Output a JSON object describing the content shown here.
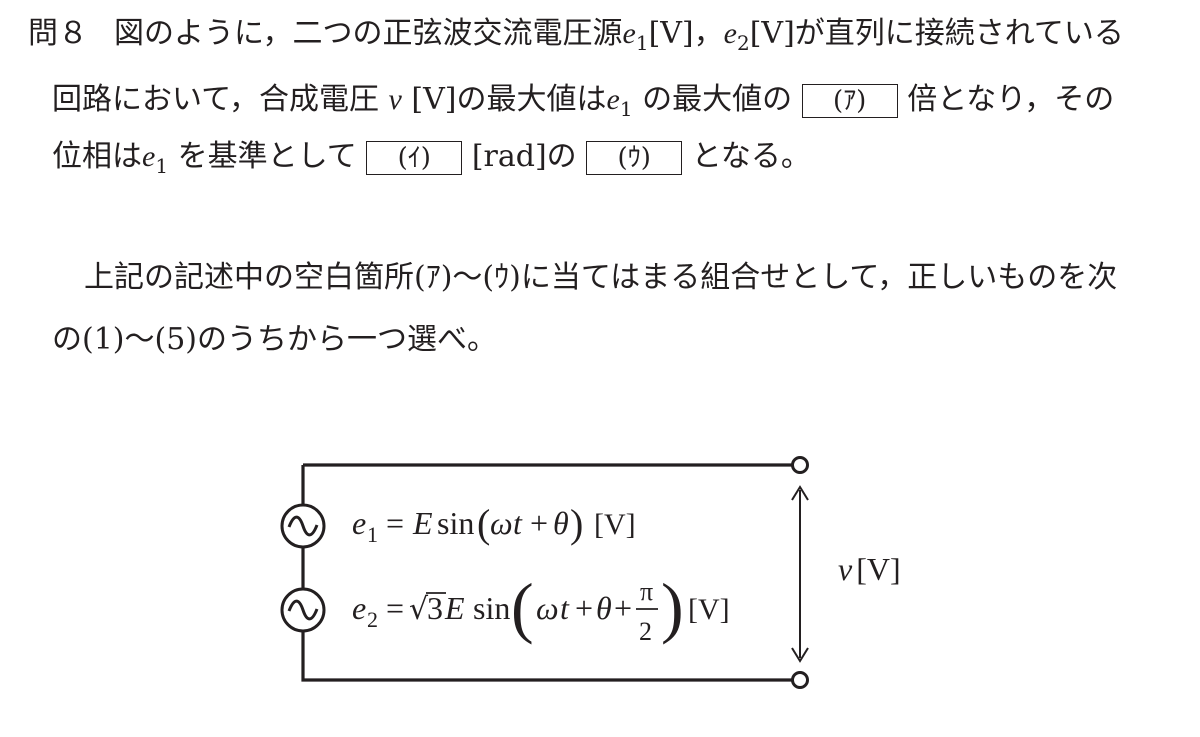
{
  "question": {
    "number": "問８",
    "line1": {
      "a": "図のように，二つの正弦波交流電圧源",
      "e": "e",
      "s1": "1",
      "unit": "[V]",
      "comma": "，",
      "s2": "2",
      "b": "が直列に接続されている"
    },
    "line2": {
      "a": "回路において，合成電圧",
      "v": "v",
      "unit": "[V]",
      "b": "の最大値は",
      "e": "e",
      "s1": "1",
      "c": "の最大値の",
      "d": "倍となり，その"
    },
    "line3": {
      "a": "位相は",
      "e": "e",
      "s1": "1",
      "b": "を基準として",
      "rad": "[rad]の",
      "c": "となる。"
    },
    "blanks": {
      "a": "(ｱ)",
      "i": "(ｲ)",
      "u": "(ｳ)"
    },
    "instruction_line1": "上記の記述中の空白箇所(ｱ)～(ｳ)に当てはまる組合せとして，正しいものを次",
    "instruction_line2": "の(1)～(5)のうちから一つ選べ。"
  },
  "circuit": {
    "source_icon": "ac-voltage-source-icon",
    "e1": {
      "var": "e",
      "sub": "1",
      "eq": "=",
      "amp": "E",
      "fn": "sin",
      "lp": "(",
      "w": "ω",
      "t": "t",
      "plus": "+",
      "theta": "θ",
      "rp": ")",
      "unit": "[V]"
    },
    "e2": {
      "var": "e",
      "sub": "2",
      "eq": "=",
      "root": "√",
      "root_arg": "3",
      "amp": "E",
      "fn": "sin",
      "lp": "(",
      "w": "ω",
      "t": "t",
      "plus1": "+",
      "theta": "θ",
      "plus2": "+",
      "frac_num": "π",
      "frac_den": "2",
      "rp": ")",
      "unit": "[V]"
    },
    "output": {
      "var": "v",
      "unit": "[V]"
    }
  }
}
